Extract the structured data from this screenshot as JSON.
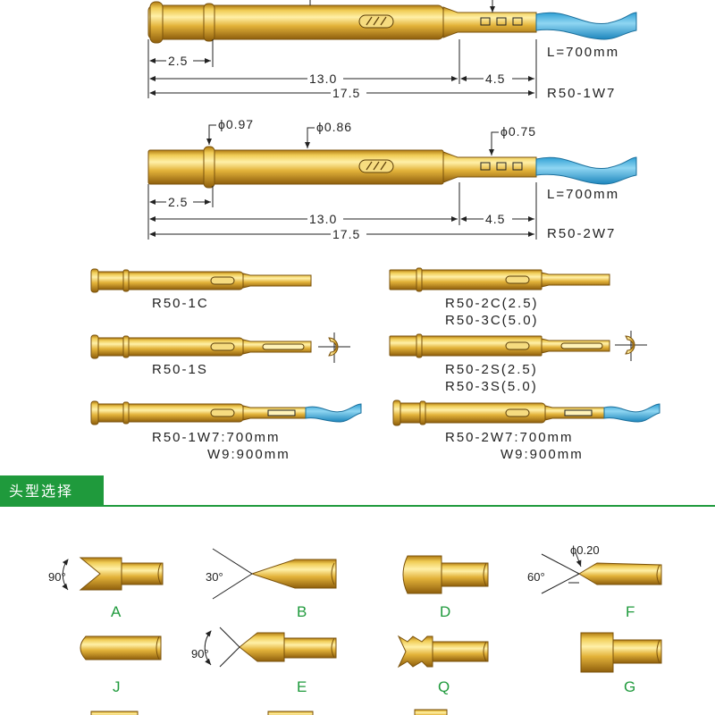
{
  "top_probe_1": {
    "length_cable": "L=700mm",
    "dim_a": "2.5",
    "dim_b": "13.0",
    "dim_c": "4.5",
    "dim_total": "17.5",
    "model": "R50-1W7"
  },
  "top_probe_2": {
    "dia_1": "ϕ0.97",
    "dia_2": "ϕ0.86",
    "dia_3": "ϕ0.75",
    "length_cable": "L=700mm",
    "dim_a": "2.5",
    "dim_b": "13.0",
    "dim_c": "4.5",
    "dim_total": "17.5",
    "model": "R50-2W7"
  },
  "variants": {
    "v1c": "R50-1C",
    "v2c_line1": "R50-2C(2.5)",
    "v2c_line2": "R50-3C(5.0)",
    "v1s": "R50-1S",
    "v2s_line1": "R50-2S(2.5)",
    "v2s_line2": "R50-3S(5.0)",
    "v1w_line1": "R50-1W7:700mm",
    "v1w_line2": "W9:900mm",
    "v2w_line1": "R50-2W7:700mm",
    "v2w_line2": "W9:900mm"
  },
  "section": {
    "title": "头型选择",
    "accent": "#1f9a3c"
  },
  "tips": {
    "a_label": "A",
    "a_angle": "90°",
    "b_label": "B",
    "b_angle": "30°",
    "d_label": "D",
    "f_label": "F",
    "f_angle": "60°",
    "f_dia": "ϕ0.20",
    "j_label": "J",
    "e_label": "E",
    "e_angle": "90°",
    "q_label": "Q",
    "g_label": "G"
  }
}
